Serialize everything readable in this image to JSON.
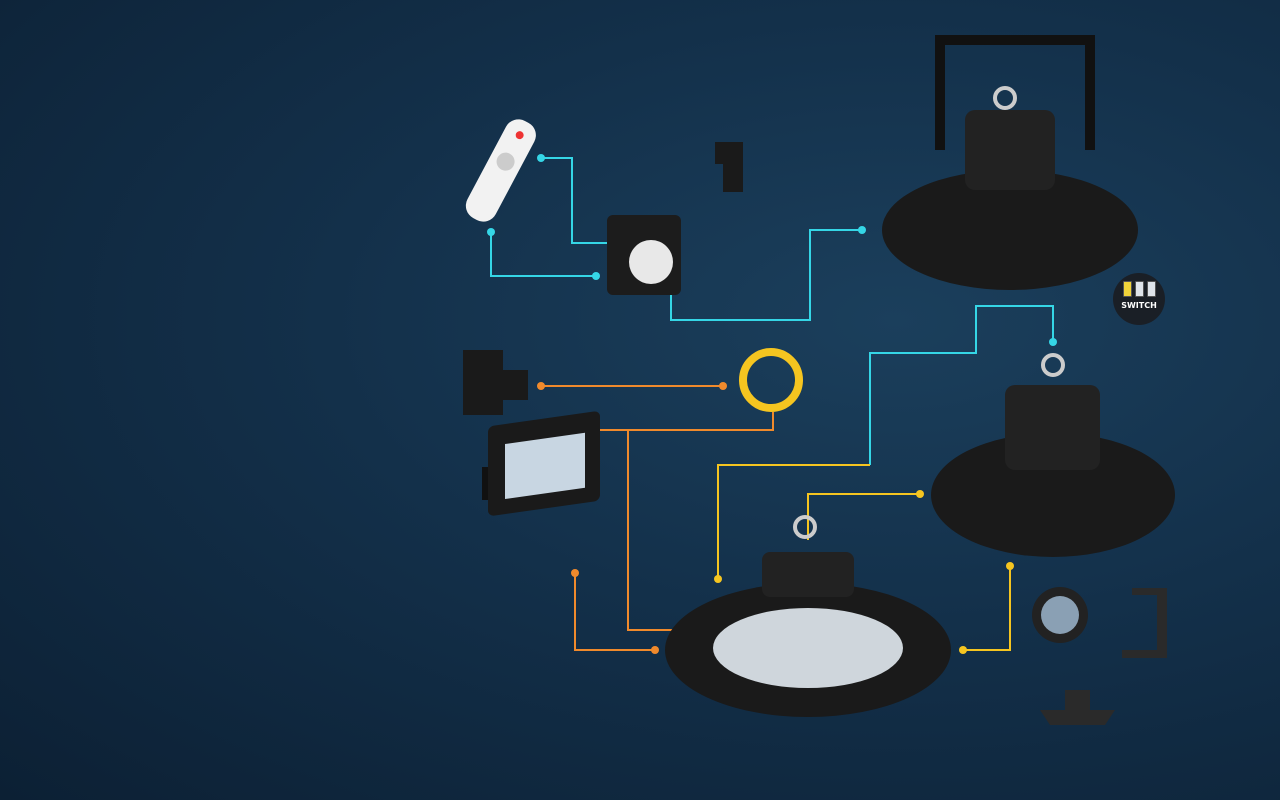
{
  "switch_badge": {
    "label": "SWITCH",
    "icon": "cct-switch-icon"
  },
  "colors": {
    "cyan": "#35d6e6",
    "orange": "#f08a2c",
    "yellow": "#f5c520",
    "background": "#13304a"
  },
  "products": [
    "remote-control",
    "motion-sensor",
    "elbow-connector",
    "tee-connector",
    "ufo-high-bay-with-bracket",
    "ufo-high-bay",
    "ufo-high-bay-main",
    "flood-light",
    "lens",
    "mounting-bracket",
    "ceiling-mount",
    "ring-light"
  ]
}
